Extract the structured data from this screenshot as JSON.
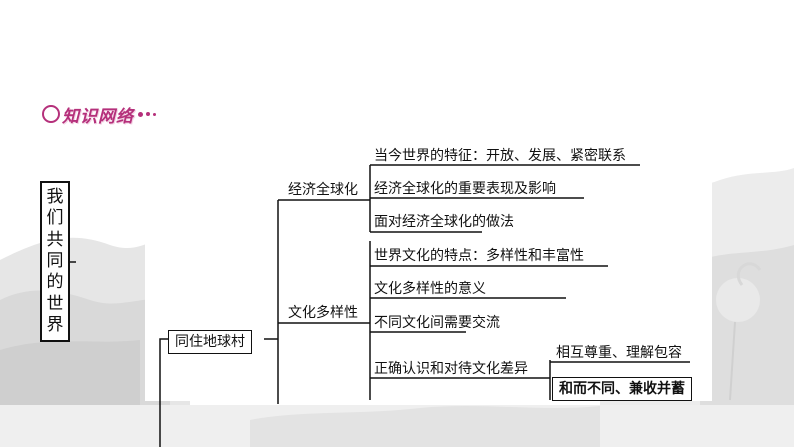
{
  "section_title": "知识网络",
  "root": {
    "label_chars": [
      "我",
      "们",
      "共",
      "同",
      "的",
      "世",
      "界"
    ]
  },
  "level1": {
    "label": "同住地球村"
  },
  "branches": [
    {
      "label": "经济全球化",
      "children": [
        "当今世界的特征：开放、发展、紧密联系",
        "经济全球化的重要表现及影响",
        "面对经济全球化的做法"
      ]
    },
    {
      "label": "文化多样性",
      "children": [
        "世界文化的特点：多样性和丰富性",
        "文化多样性的意义",
        "不同文化间需要交流",
        "正确认识和对待文化差异"
      ],
      "sub_children": [
        "相互尊重、理解包容",
        "和而不同、兼收并蓄"
      ]
    }
  ]
}
